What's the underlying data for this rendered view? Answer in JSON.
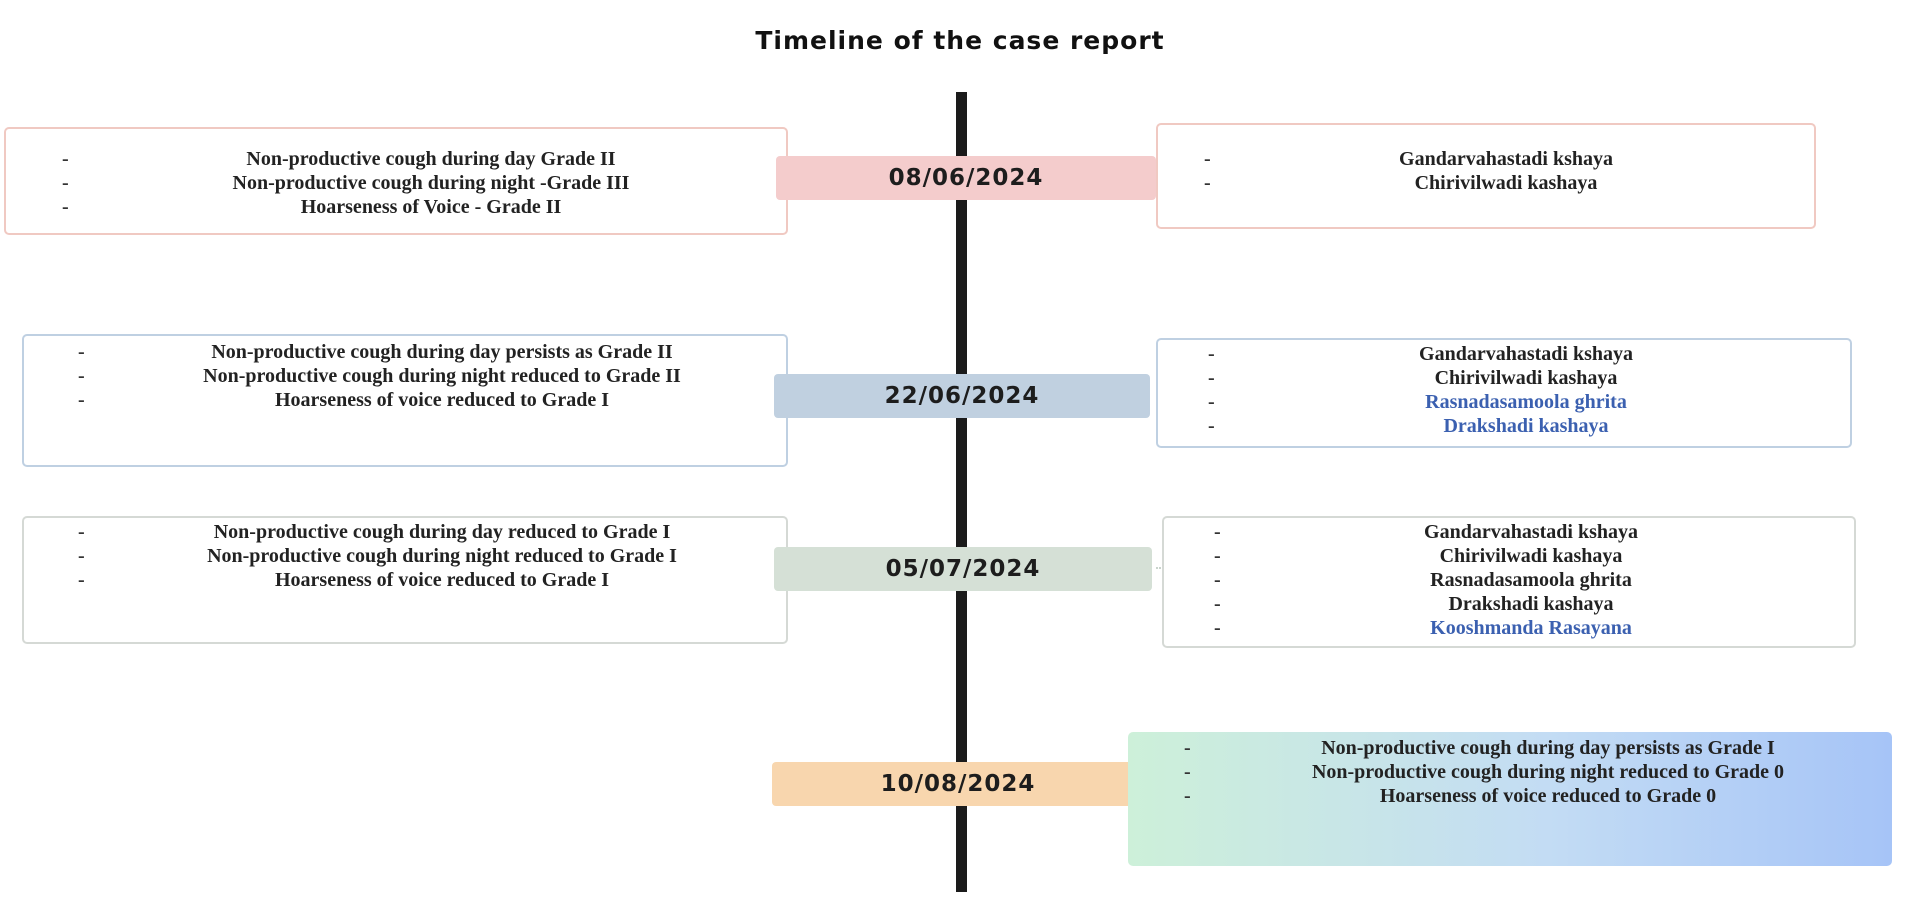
{
  "title": "Timeline of the case report",
  "colors": {
    "entry1": "#f4cccc",
    "entry2": "#c0d0e0",
    "entry3": "#d5e0d6",
    "entry4": "#f8d6ae",
    "new_medicine": "#3b60b0"
  },
  "timeline": [
    {
      "date": "08/06/2024",
      "symptoms": [
        "Non-productive cough during day Grade II",
        "Non-productive cough during night -Grade III",
        "Hoarseness of Voice - Grade II"
      ],
      "treatment": [
        "Gandarvahastadi kshaya",
        "Chirivilwadi kashaya"
      ]
    },
    {
      "date": "22/06/2024",
      "symptoms": [
        "Non-productive cough during day persists as Grade II",
        "Non-productive cough during night reduced to Grade II",
        "Hoarseness of voice reduced to Grade I"
      ],
      "treatment": [
        "Gandarvahastadi kshaya",
        "Chirivilwadi kashaya",
        "Rasnadasamoola ghrita",
        "Drakshadi kashaya"
      ]
    },
    {
      "date": "05/07/2024",
      "symptoms": [
        "Non-productive cough during day reduced to Grade I",
        "Non-productive cough during night reduced to Grade I",
        "Hoarseness of voice reduced to Grade I"
      ],
      "treatment": [
        "Gandarvahastadi kshaya",
        "Chirivilwadi kashaya",
        "Rasnadasamoola ghrita",
        "Drakshadi kashaya",
        "Kooshmanda Rasayana"
      ]
    },
    {
      "date": "10/08/2024",
      "outcome": [
        "Non-productive cough during day persists as Grade I",
        "Non-productive cough during night reduced to Grade 0",
        "Hoarseness of voice reduced to Grade 0"
      ]
    }
  ]
}
